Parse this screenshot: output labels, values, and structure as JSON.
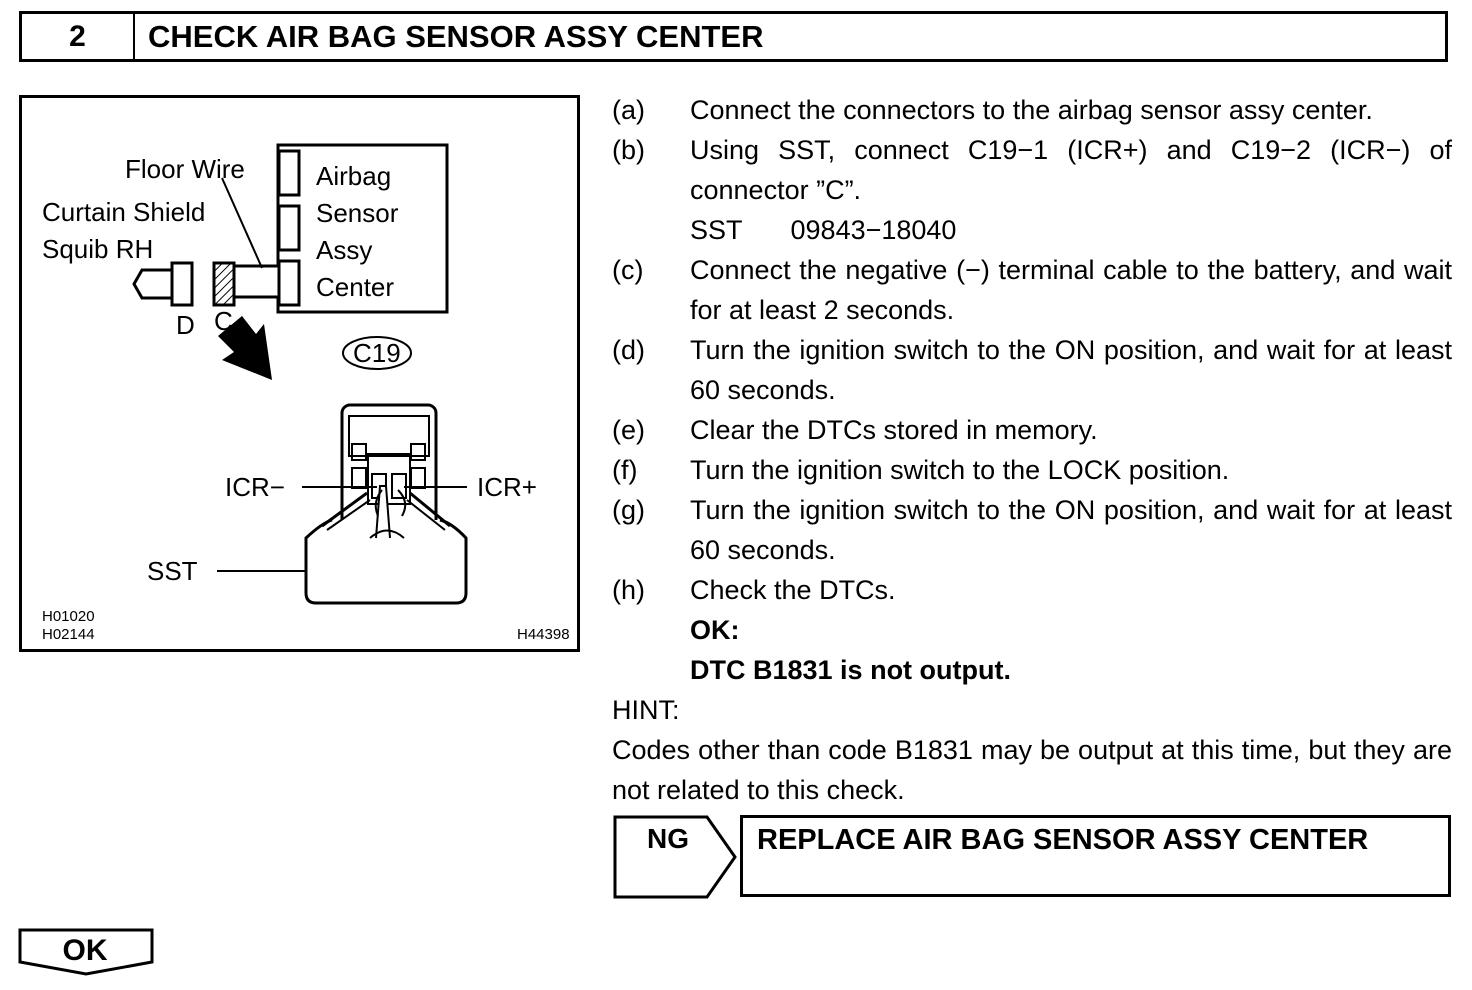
{
  "header": {
    "number": "2",
    "title": "CHECK AIR BAG SENSOR ASSY CENTER"
  },
  "figure": {
    "labels": {
      "floor_wire": "Floor Wire",
      "curtain_shield": "Curtain Shield",
      "squib_rh": "Squib RH",
      "airbag_lines": [
        "Airbag",
        "Sensor",
        "Assy",
        "Center"
      ],
      "connector_d": "D",
      "connector_c": "C",
      "connector_id": "C19",
      "icr_minus": "ICR−",
      "icr_plus": "ICR+",
      "sst": "SST",
      "code1": "H01020",
      "code2": "H02144",
      "code3": "H44398"
    }
  },
  "steps": [
    {
      "label": "(a)",
      "text": "Connect the connectors to the airbag sensor assy center."
    },
    {
      "label": "(b)",
      "text": "Using SST, connect C19−1 (ICR+) and C19−2 (ICR−) of connector ”C”."
    },
    {
      "label": "(c)",
      "text": "Connect the negative (−) terminal cable to the battery, and wait for at least 2 seconds."
    },
    {
      "label": "(d)",
      "text": "Turn the ignition switch to the ON position, and wait for at least 60 seconds."
    },
    {
      "label": "(e)",
      "text": "Clear the DTCs stored in memory."
    },
    {
      "label": "(f)",
      "text": "Turn the ignition switch to the LOCK position."
    },
    {
      "label": "(g)",
      "text": "Turn the ignition switch to the ON position, and wait for at least 60 seconds."
    },
    {
      "label": "(h)",
      "text": "Check the DTCs."
    }
  ],
  "sst": {
    "label": "SST",
    "part": "09843−18040"
  },
  "ok_result": {
    "label": "OK:",
    "text": "DTC B1831 is not output."
  },
  "hint": {
    "label": "HINT:",
    "text": "Codes other than code B1831 may be output at this time, but they are not related to this check."
  },
  "ng": {
    "label": "NG",
    "action": "REPLACE AIR BAG SENSOR ASSY CENTER"
  },
  "ok_button": {
    "label": "OK"
  }
}
